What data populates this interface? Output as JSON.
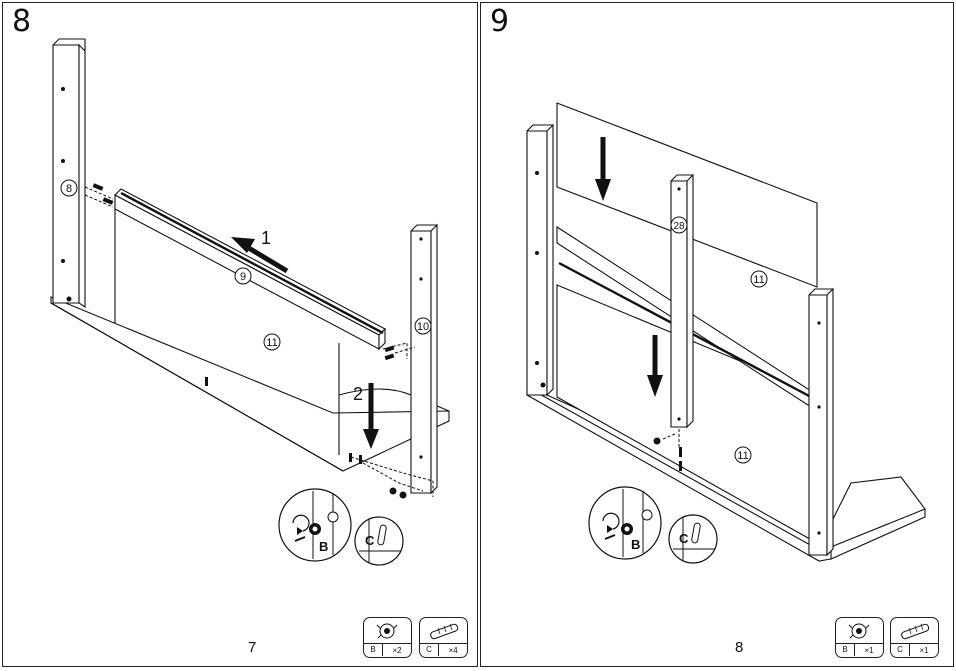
{
  "pages": [
    {
      "step": "8",
      "page_number": "7",
      "labels": {
        "panel_a": "8",
        "rail": "9",
        "panel_b": "11",
        "post": "10",
        "arrow1": "1",
        "arrow2": "2",
        "fitting_b": "B",
        "fitting_c": "C"
      },
      "hardware": [
        {
          "letter": "B",
          "qty": "×2",
          "icon": "cam-lock-icon"
        },
        {
          "letter": "C",
          "qty": "×4",
          "icon": "dowel-icon"
        }
      ]
    },
    {
      "step": "9",
      "page_number": "8",
      "labels": {
        "panel_back": "28",
        "board_top": "11",
        "board_bottom": "11",
        "fitting_b": "B",
        "fitting_c": "C"
      },
      "hardware": [
        {
          "letter": "B",
          "qty": "×1",
          "icon": "cam-lock-icon"
        },
        {
          "letter": "C",
          "qty": "×1",
          "icon": "dowel-icon"
        }
      ]
    }
  ]
}
